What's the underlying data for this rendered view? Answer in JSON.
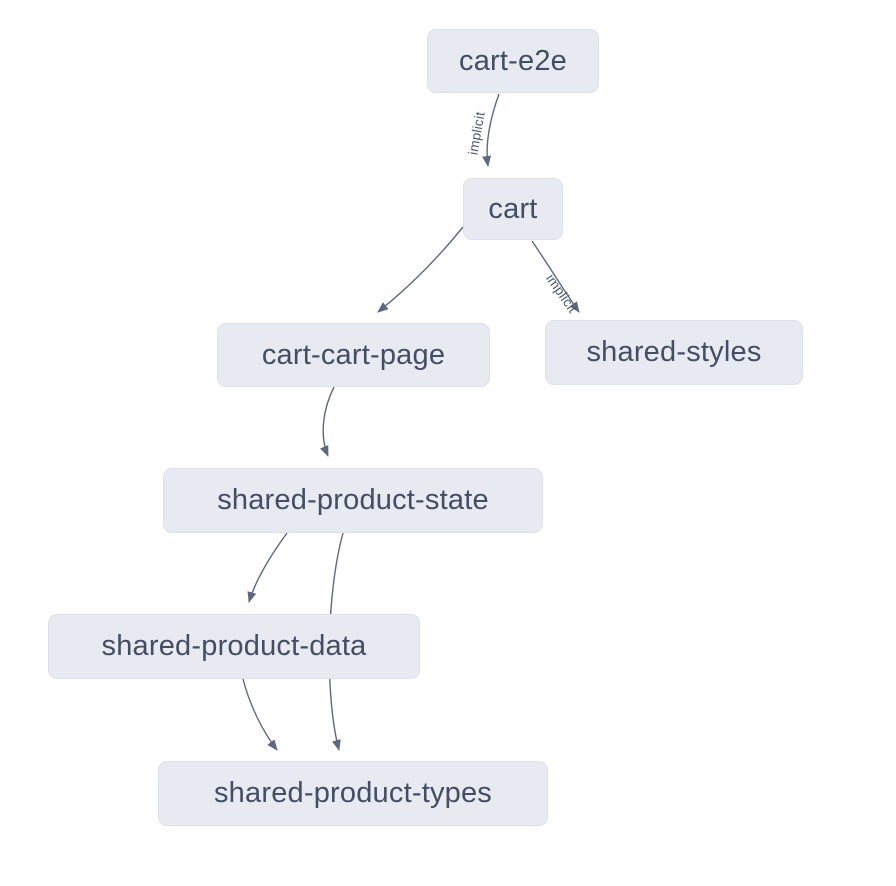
{
  "diagram": {
    "type": "dependency-graph",
    "nodes": [
      {
        "id": "cart-e2e",
        "label": "cart-e2e"
      },
      {
        "id": "cart",
        "label": "cart"
      },
      {
        "id": "cart-cart-page",
        "label": "cart-cart-page"
      },
      {
        "id": "shared-styles",
        "label": "shared-styles"
      },
      {
        "id": "shared-product-state",
        "label": "shared-product-state"
      },
      {
        "id": "shared-product-data",
        "label": "shared-product-data"
      },
      {
        "id": "shared-product-types",
        "label": "shared-product-types"
      }
    ],
    "edges": [
      {
        "from": "cart-e2e",
        "to": "cart",
        "label": "implicit"
      },
      {
        "from": "cart",
        "to": "cart-cart-page",
        "label": ""
      },
      {
        "from": "cart",
        "to": "shared-styles",
        "label": "implicit"
      },
      {
        "from": "cart-cart-page",
        "to": "shared-product-state",
        "label": ""
      },
      {
        "from": "shared-product-state",
        "to": "shared-product-data",
        "label": ""
      },
      {
        "from": "shared-product-state",
        "to": "shared-product-types",
        "label": ""
      },
      {
        "from": "shared-product-data",
        "to": "shared-product-types",
        "label": ""
      }
    ],
    "colors": {
      "background": "#ffffff",
      "node_fill": "#e7eaf1",
      "node_border": "#dde1ea",
      "node_text": "#444d62",
      "edge": "#5d6880",
      "edge_label": "#4d576d"
    }
  }
}
